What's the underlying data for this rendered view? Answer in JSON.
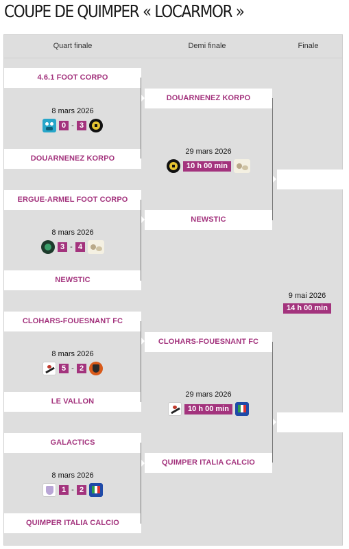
{
  "title": "COUPE DE QUIMPER « LOCARMOR »",
  "rounds": [
    "Quart finale",
    "Demi finale",
    "Finale"
  ],
  "quarter": [
    {
      "home": "4.6.1 FOOT CORPO",
      "away": "DOUARNENEZ KORPO",
      "date": "8 mars 2026",
      "score_home": "0",
      "score_away": "3",
      "sep": "-",
      "logo_home": "owl-logo-icon",
      "logo_away": "soccer-ball-logo-icon"
    },
    {
      "home": "ERGUE-ARMEL FOOT CORPO",
      "away": "NEWSTIC",
      "date": "8 mars 2026",
      "score_home": "3",
      "score_away": "4",
      "sep": "-",
      "logo_home": "green-ball-logo-icon",
      "logo_away": "mascot-logo-icon"
    },
    {
      "home": "CLOHARS-FOUESNANT FC",
      "away": "LE VALLON",
      "date": "8 mars 2026",
      "score_home": "5",
      "score_away": "2",
      "sep": "-",
      "logo_home": "player-logo-icon",
      "logo_away": "crest-logo-icon"
    },
    {
      "home": "GALACTICS",
      "away": "QUIMPER ITALIA CALCIO",
      "date": "8 mars 2026",
      "score_home": "1",
      "score_away": "2",
      "sep": "-",
      "logo_home": "shield-logo-icon",
      "logo_away": "italia-logo-icon"
    }
  ],
  "semi": [
    {
      "home": "DOUARNENEZ KORPO",
      "away": "NEWSTIC",
      "date": "29 mars 2026",
      "time": "10 h 00 min"
    },
    {
      "home": "CLOHARS-FOUESNANT FC",
      "away": "QUIMPER ITALIA CALCIO",
      "date": "29 mars 2026",
      "time": "10 h 00 min"
    }
  ],
  "final": {
    "home": "",
    "away": "",
    "date": "9 mai 2026",
    "time": "14 h 00 min"
  },
  "colors": {
    "accent": "#a3337d",
    "background": "#dedede",
    "connector": "#777777"
  }
}
